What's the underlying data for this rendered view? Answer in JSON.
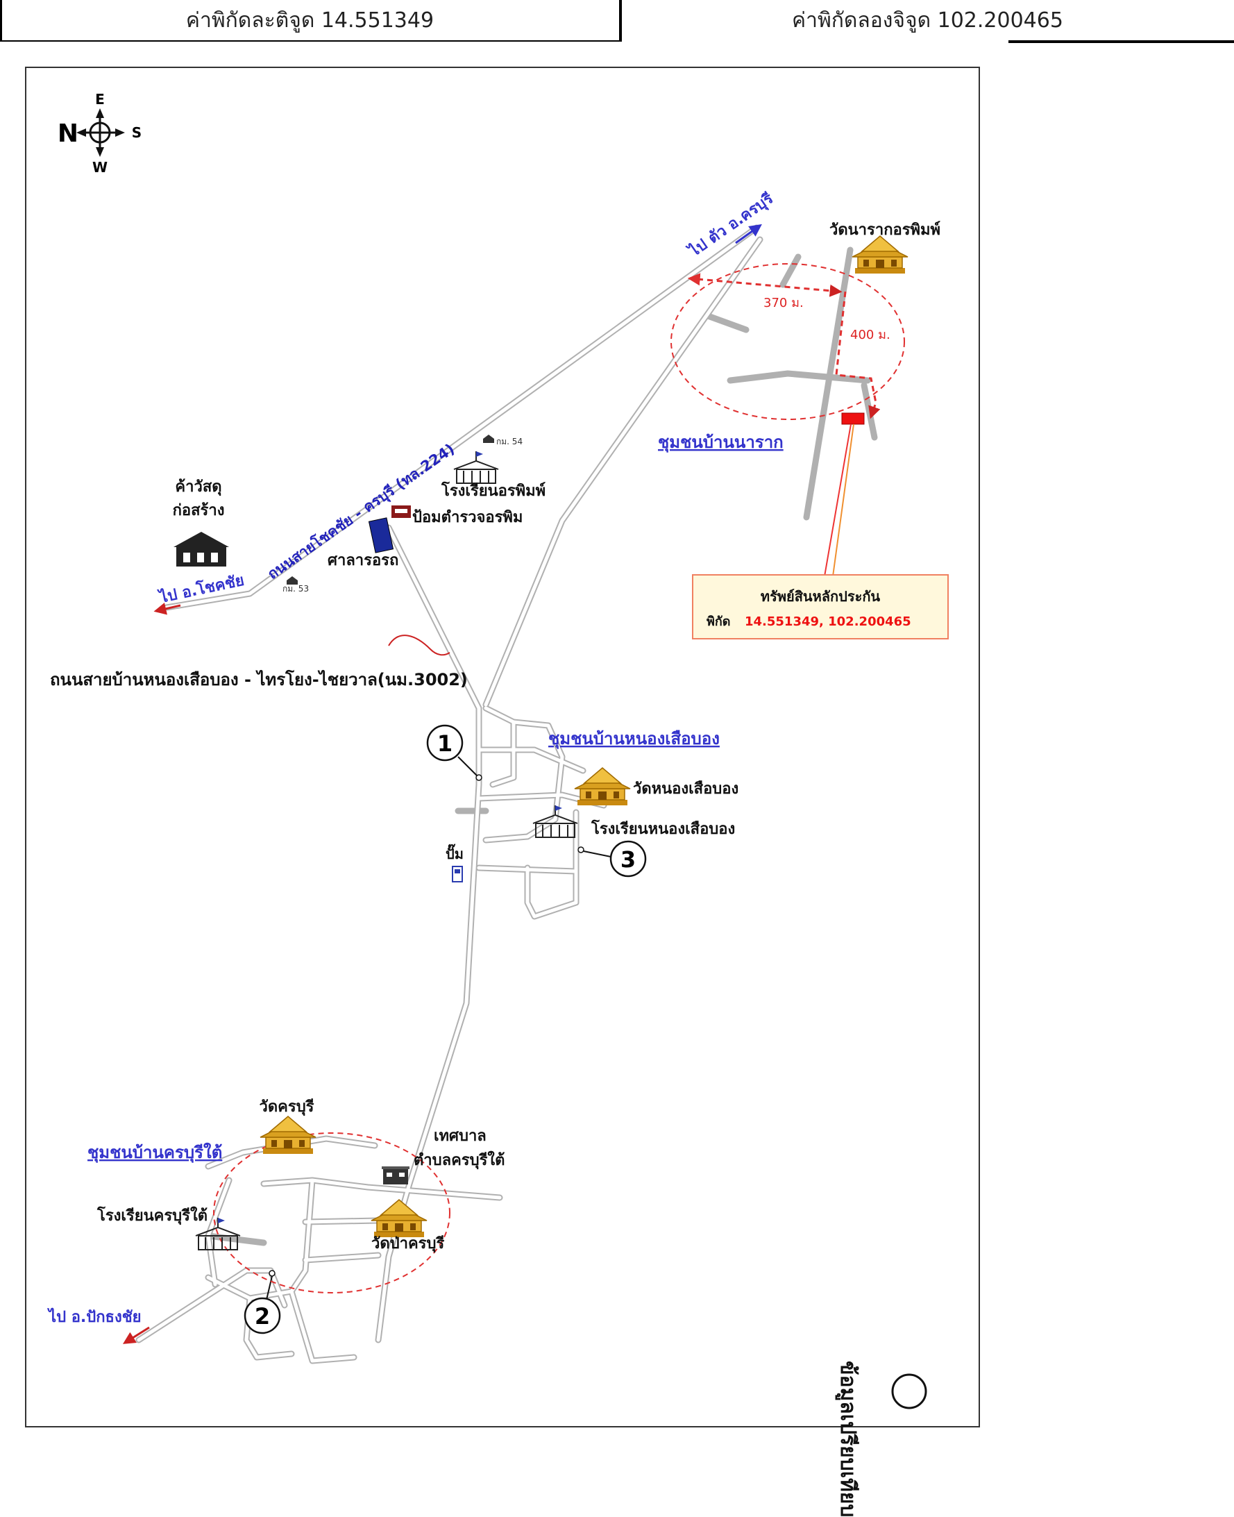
{
  "header": {
    "latitude_label": "ค่าพิกัดละติจูด 14.551349",
    "longitude_label": "ค่าพิกัดลองจิจูด 102.200465"
  },
  "compass": {
    "north": "N",
    "south": "S",
    "east": "E",
    "west": "W"
  },
  "roads": {
    "to_khonburi_district": "ไป ตัว อ.ครบุรี",
    "highway_224": "ถนนสายโชคชัย - ครบุรี (ทล.224)",
    "to_chokchai": "ไป อ.โชคชัย",
    "road_3002": "ถนนสายบ้านหนองเสือบอง - ไทรโยง-ไชยวาล(นม.3002)",
    "to_pakthongchai": "ไป อ.ปักธงชัย",
    "km53": "กม. 53",
    "km54": "กม. 54"
  },
  "distances": {
    "horizontal": "370 ม.",
    "vertical": "400 ม."
  },
  "places": {
    "wat_nararak": "วัดนารากอรพิมพ์",
    "community_nararak": "ชุมชนบ้านนาราก",
    "hardware_store_line1": "ค้าวัสดุ",
    "hardware_store_line2": "ก่อสร้าง",
    "school_orapim": "โรงเรียนอรพิมพ์",
    "police_post": "ป้อมตำรวจอรพิม",
    "bus_shelter": "ศาลารอรถ",
    "community_nongsuebong": "ชุมชนบ้านหนองเสือบอง",
    "wat_nongsuebong": "วัดหนองเสือบอง",
    "school_nongsuebong": "โรงเรียนหนองเสือบอง",
    "gas_station": "ปั๊ม",
    "wat_khonburi": "วัดครบุรี",
    "community_khonburi_tai": "ชุมชนบ้านครบุรีใต้",
    "municipality_line1": "เทศบาล",
    "municipality_line2": "ตำบลครบุรีใต้",
    "school_khonburi_tai": "โรงเรียนครบุรีใต้",
    "wat_pa_khonburi": "วัดป่าครบุรี"
  },
  "collateral": {
    "title": "ทรัพย์สินหลักประกัน",
    "coord_label": "พิกัด",
    "coords": "14.551349, 102.200465"
  },
  "markers": {
    "m1": "1",
    "m2": "2",
    "m3": "3"
  },
  "side_note": "ข้อมูลเปรียบเทียบ",
  "colors": {
    "road": "#b5b5b5",
    "link_blue": "#3333cc",
    "dim_red": "#e03030",
    "collateral_box_bg": "#fff8dc",
    "collateral_box_border": "#f08060",
    "collateral_red": "#ee1111",
    "temple_gold": "#d9a020"
  }
}
